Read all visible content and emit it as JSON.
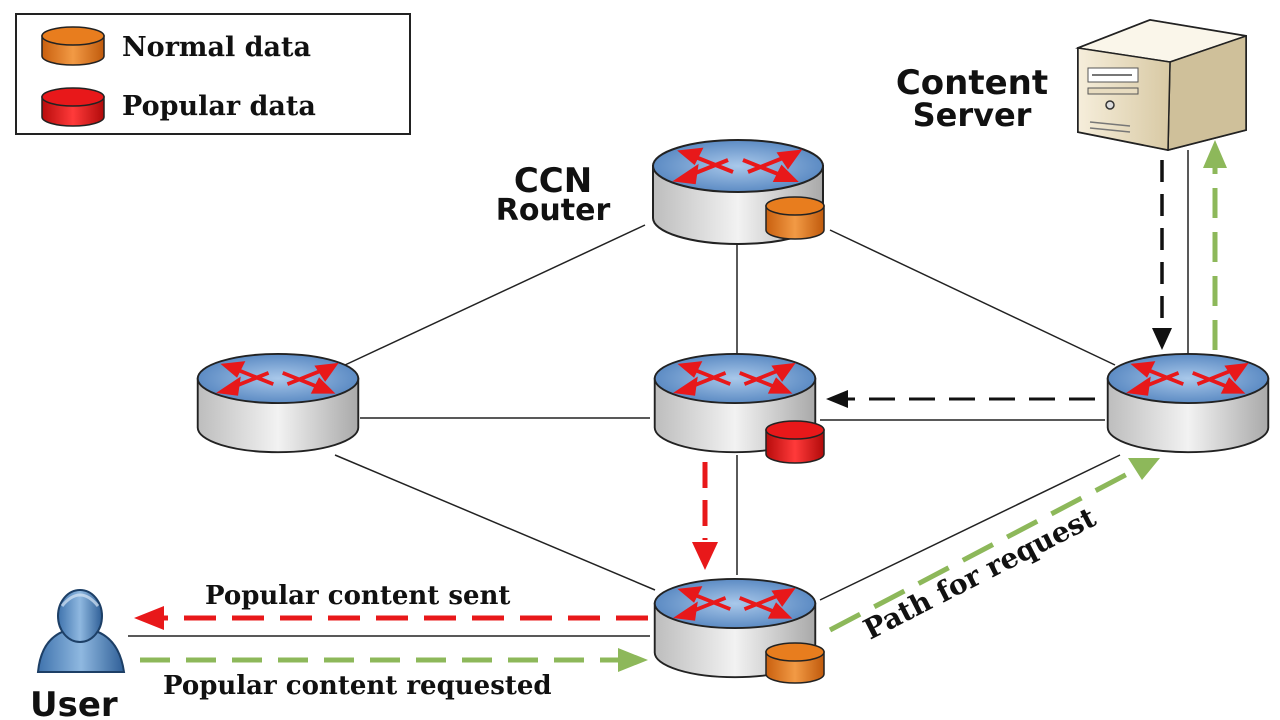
{
  "legend": {
    "normal_label": "Normal data",
    "popular_label": "Popular data"
  },
  "labels": {
    "ccn_router_line1": "CCN",
    "ccn_router_line2": "Router",
    "content_server_line1": "Content",
    "content_server_line2": "Server",
    "user": "User",
    "popular_content_sent": "Popular content sent",
    "popular_content_requested": "Popular content requested",
    "path_for_request": "Path for request"
  },
  "colors": {
    "normal_data": "#e87d1e",
    "popular_data": "#e8181a",
    "request_path": "#8db85a",
    "server_path": "#111111",
    "link": "#222222",
    "router_top": "#5f8fc4",
    "router_body": "#d8d8d8"
  },
  "icons": {
    "router": "router-icon",
    "server": "server-icon",
    "user": "user-icon",
    "data_cylinder": "cylinder-icon"
  }
}
